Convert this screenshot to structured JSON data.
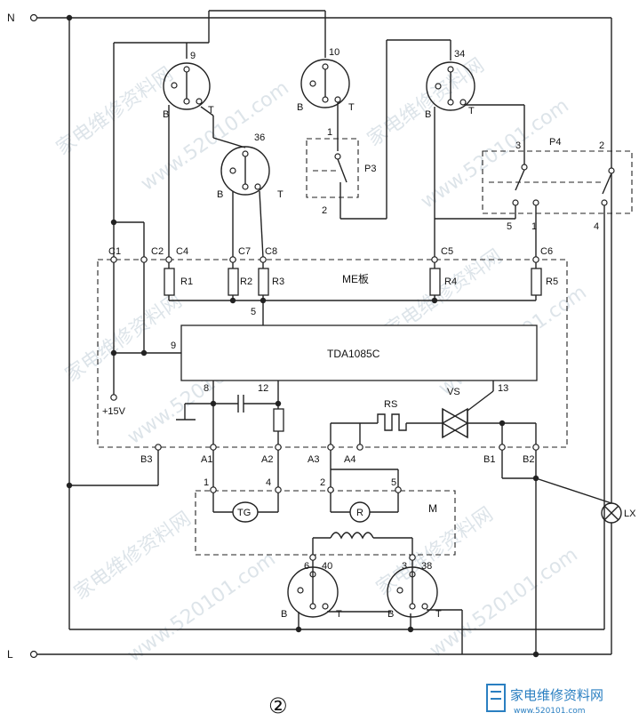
{
  "labels": {
    "n": "N",
    "l": "L",
    "me_board": "ME板",
    "ic": "TDA1085C",
    "supply": "+15V",
    "c1": "C1",
    "c2": "C2",
    "c4": "C4",
    "c7": "C7",
    "c8": "C8",
    "c5": "C5",
    "c6": "C6",
    "r1": "R1",
    "r2": "R2",
    "r3": "R3",
    "r4": "R4",
    "r5": "R5",
    "b1": "B1",
    "b2": "B2",
    "b3": "B3",
    "a1": "A1",
    "a2": "A2",
    "a3": "A3",
    "a4": "A4",
    "p3": "P3",
    "p4": "P4",
    "rs": "RS",
    "vs": "VS",
    "m": "M",
    "lx": "LX",
    "tg": "TG",
    "r_motor": "R",
    "pin_5": "5",
    "pin_9": "9",
    "pin_8": "8",
    "pin_12": "12",
    "pin_13": "13",
    "p3_1": "1",
    "p3_2": "2",
    "p4_3": "3",
    "p4_2": "2",
    "p4_5": "5",
    "p4_1": "1",
    "p4_4": "4",
    "m_1": "1",
    "m_4": "4",
    "m_2": "2",
    "m_5": "5",
    "m_6": "6",
    "m_3": "3",
    "conn_9": "9",
    "conn_10": "10",
    "conn_34": "34",
    "conn_36": "36",
    "conn_40": "40",
    "conn_38": "38",
    "b": "B",
    "t": "T",
    "figure_number": "②"
  },
  "watermark": {
    "site": "www.520101.com",
    "cn": "家电维修资料网",
    "logo_cn": "家电维修资料网",
    "logo_url": "www.520101.com"
  }
}
